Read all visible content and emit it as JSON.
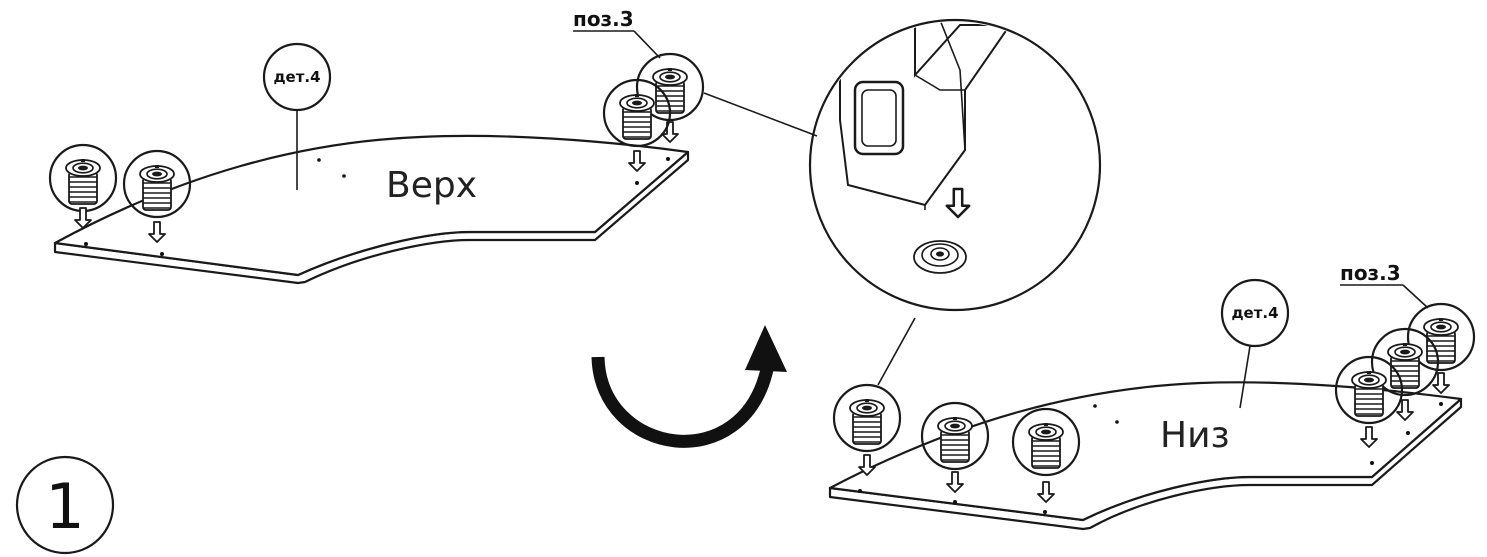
{
  "labels": {
    "part_top": "дет.4",
    "part_bottom": "дет.4",
    "pos_top": "поз.3",
    "pos_bottom": "поз.3",
    "face_top": "Верх",
    "face_bottom": "Низ",
    "step_number": "1"
  }
}
